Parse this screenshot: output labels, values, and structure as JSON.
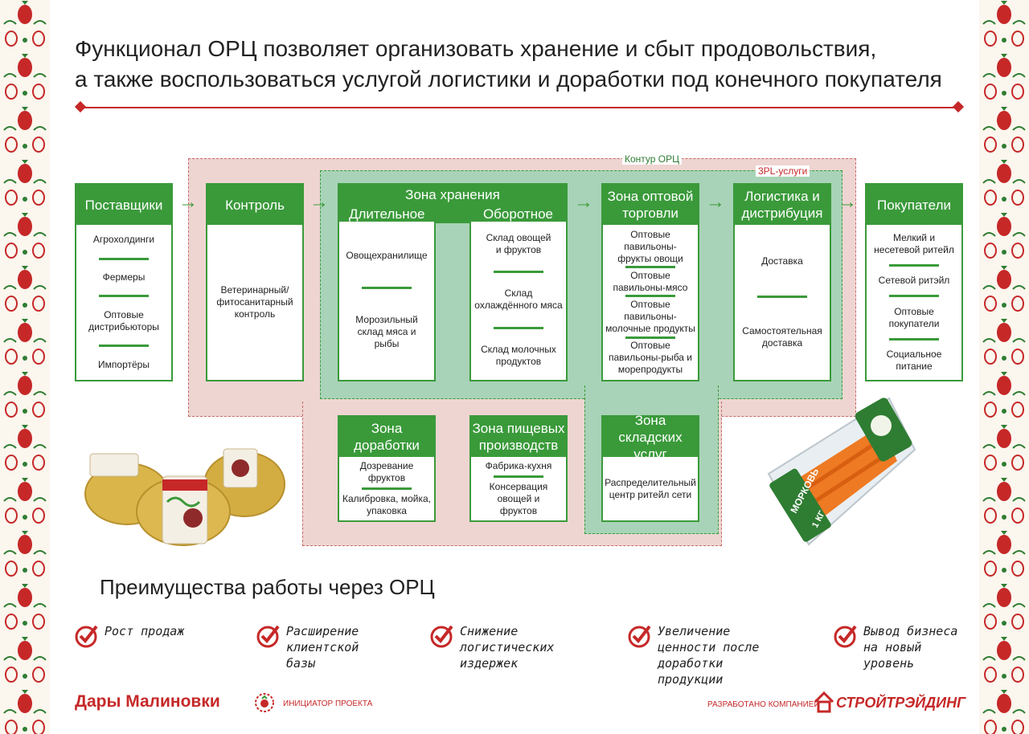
{
  "title": {
    "line1": "Функционал ОРЦ позволяет организовать хранение и сбыт продовольствия,",
    "line2": "а также воспользоваться услугой логистики и доработки под конечного покупателя"
  },
  "zones": {
    "orc_label": "Контур ОРЦ",
    "tpl_label": "3PL-услуги"
  },
  "suppliers": {
    "title": "Поставщики",
    "items": [
      "Агрохолдинги",
      "Фермеры",
      "Оптовые дистрибьюторы",
      "Импортёры"
    ]
  },
  "control": {
    "title": "Контроль",
    "text": "Ветеринарный/ фитосанитарный контроль"
  },
  "storage": {
    "title": "Зона хранения",
    "long_title": "Длительное",
    "turnover_title": "Оборотное",
    "long_items": [
      "Овощехранилище",
      "Морозильный склад мяса и рыбы"
    ],
    "turnover_items": [
      "Склад овощей и фруктов",
      "Склад охлаждённого мяса",
      "Склад молочных продуктов"
    ]
  },
  "wholesale": {
    "title": "Зона оптовой торговли",
    "items": [
      "Оптовые павильоны- фрукты овощи",
      "Оптовые павильоны-мясо",
      "Оптовые павильоны- молочные продукты",
      "Оптовые павильоны-рыба и морепродукты"
    ]
  },
  "logistics": {
    "title": "Логистика и дистрибуция",
    "items": [
      "Доставка",
      "Самостоятельная доставка"
    ]
  },
  "buyers": {
    "title": "Покупатели",
    "items": [
      "Мелкий и несетевой ритейл",
      "Сетевой ритэйл",
      "Оптовые покупатели",
      "Социальное питание"
    ]
  },
  "processing": {
    "title": "Зона доработки",
    "items": [
      "Дозревание фруктов",
      "Калибровка, мойка, упаковка"
    ]
  },
  "food_production": {
    "title": "Зона пищевых производств",
    "items": [
      "Фабрика-кухня",
      "Консервация овощей и фруктов"
    ]
  },
  "warehouse_services": {
    "title": "Зона складских услуг",
    "text": "Распределительный центр ритейл сети"
  },
  "photos": {
    "left": "potato-bags",
    "right": "carrot-bag",
    "right_label": "МОРКОВЬ",
    "right_weight": "1 КГ"
  },
  "advantages": {
    "title": "Преимущества работы через ОРЦ",
    "items": [
      "Рост продаж",
      "Расширение клиентской базы",
      "Снижение логистических издержек",
      "Увеличение ценности после доработки продукции",
      "Вывод бизнеса на новый уровень"
    ]
  },
  "footer": {
    "brand": "Дары Малиновки",
    "initiator": "ИНИЦИАТОР ПРОЕКТА",
    "developer": "РАЗРАБОТАНО КОМПАНИЕЙ",
    "developer_logo": "СТРОЙТРЭЙДИНГ"
  },
  "colors": {
    "green": "#3a9a3a",
    "red": "#c62828",
    "orc_fill": "#eed5d2",
    "tpl_fill": "#a8d3b8"
  }
}
